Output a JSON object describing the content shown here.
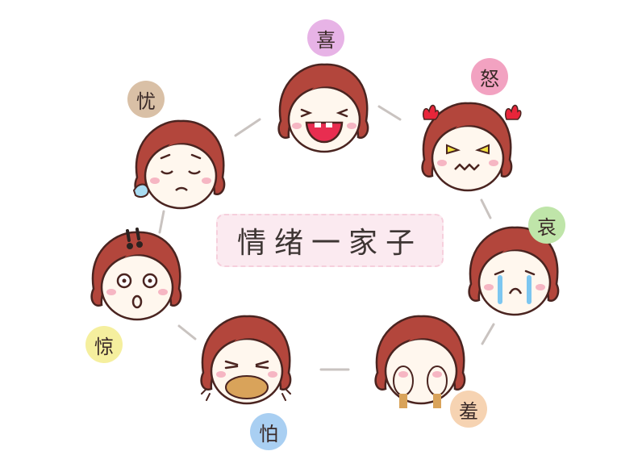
{
  "title": "情绪一家子",
  "emotions": [
    {
      "key": "xi",
      "label": "喜",
      "color": "#e7b3e6"
    },
    {
      "key": "nu",
      "label": "怒",
      "color": "#f2a2c1"
    },
    {
      "key": "ai",
      "label": "哀",
      "color": "#bfe5a9"
    },
    {
      "key": "xiu",
      "label": "羞",
      "color": "#f6d3b2"
    },
    {
      "key": "pa",
      "label": "怕",
      "color": "#a9cff2"
    },
    {
      "key": "jing",
      "label": "惊",
      "color": "#f5ef9e"
    },
    {
      "key": "you",
      "label": "忧",
      "color": "#d9c0a6"
    }
  ],
  "colors": {
    "hair": "#b3463c",
    "hair_outline": "#4a2420",
    "skin": "#fff7ee",
    "blush": "#f6b6c3",
    "connector": "#c9c3c0"
  }
}
